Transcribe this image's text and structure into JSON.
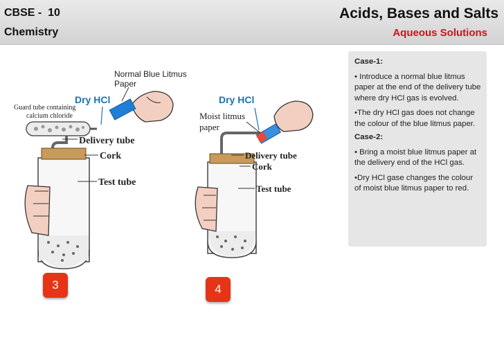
{
  "header": {
    "board": "CBSE -  10",
    "subject": "Chemistry",
    "chapter": "Acids, Bases and Salts",
    "topic": "Aqueous Solutions"
  },
  "figures": {
    "left": {
      "number": "3",
      "paper_label": "Normal Blue Litmus Paper",
      "gas_label": "Dry HCl",
      "guard_tube_label_1": "Guard tube containing",
      "guard_tube_label_2": "calcium chloride",
      "delivery_tube": "Delivery tube",
      "cork": "Cork",
      "test_tube": "Test tube"
    },
    "right": {
      "number": "4",
      "gas_label": "Dry HCl",
      "moist_label_1": "Moist litmus",
      "moist_label_2": "paper",
      "delivery_tube": "Delivery tube",
      "cork": "Cork",
      "test_tube": "Test tube"
    }
  },
  "panel": {
    "case1_title": "Case-1:",
    "case1_point1": "• Introduce a normal blue litmus paper at the end of the delivery tube where dry HCl gas is evolved.",
    "case1_point2": "•The dry HCl gas does not change the colour of the blue litmus paper.",
    "case2_title": "Case-2:",
    "case2_point1": "•  Bring a moist blue litmus paper at the delivery end of the HCl gas.",
    "case2_point2": "•Dry HCl gase changes the colour of moist blue litmus paper to red."
  },
  "colors": {
    "accent_red": "#d0101a",
    "badge_red": "#e53516",
    "label_blue": "#1a73b4"
  }
}
